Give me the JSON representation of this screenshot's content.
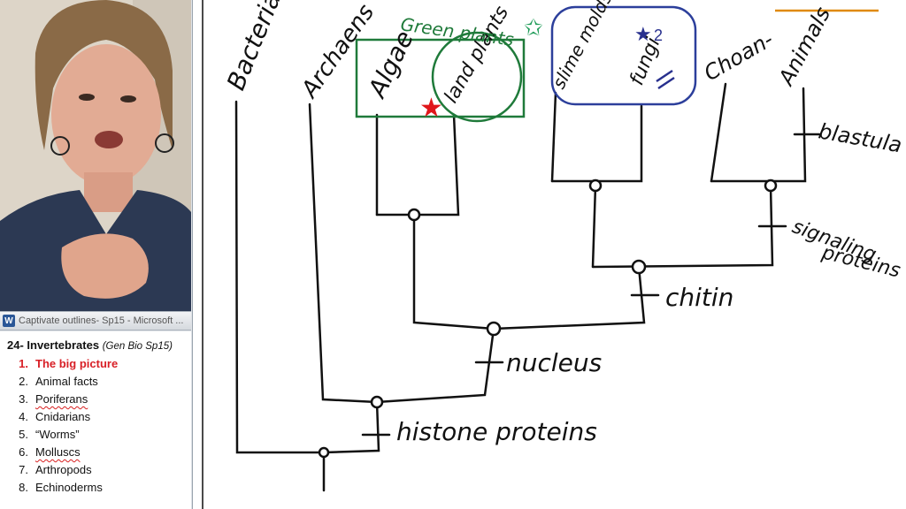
{
  "window": {
    "taskbar_title": "Captivate outlines- Sp15 - Microsoft ..."
  },
  "outline": {
    "heading": "24- Invertebrates",
    "heading_sub": "(Gen Bio Sp15)",
    "items": [
      {
        "num": "1.",
        "label": "The big picture",
        "active": true
      },
      {
        "num": "2.",
        "label": "Animal facts",
        "active": false
      },
      {
        "num": "3.",
        "label": "Poriferans",
        "active": false
      },
      {
        "num": "4.",
        "label": "Cnidarians",
        "active": false
      },
      {
        "num": "5.",
        "label": "“Worms”",
        "active": false
      },
      {
        "num": "6.",
        "label": "Molluscs",
        "active": false
      },
      {
        "num": "7.",
        "label": "Arthropods",
        "active": false
      },
      {
        "num": "8.",
        "label": "Echinoderms",
        "active": false
      }
    ]
  },
  "board": {
    "taxa": {
      "bacteria": "Bacteria",
      "archaens": "Archaens",
      "algae": "Algae",
      "land_plants": "land plants",
      "slime_molds": "slime molds",
      "fungi": "fungi",
      "choan": "Choan-",
      "animals": "Animals"
    },
    "group_labels": {
      "green_plants": "Green plants"
    },
    "traits": {
      "histone": "histone proteins",
      "nucleus": "nucleus",
      "chitin": "chitin",
      "signaling": "signaling",
      "proteins": "proteins",
      "blastula": "blastula"
    },
    "colors": {
      "ink": "#111111",
      "green_box": "#1f7a3a",
      "blue_box": "#2c3f9b",
      "star_red": "#e0161b",
      "star_green": "#1a9a55",
      "star_blue": "#28308e"
    }
  }
}
